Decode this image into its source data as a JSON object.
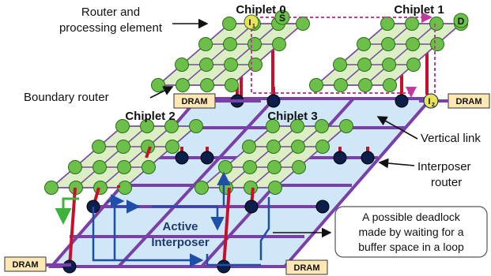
{
  "labels": {
    "router_pe_line1": "Router and",
    "router_pe_line2": "processing element",
    "boundary_router": "Boundary router",
    "vertical_link": "Vertical link",
    "interposer_router_line1": "Interposer",
    "interposer_router_line2": "router",
    "active_interposer_line1": "Active",
    "active_interposer_line2": "Interposer"
  },
  "chiplets": [
    "Chiplet 0",
    "Chiplet 1",
    "Chiplet 2",
    "Chiplet 3"
  ],
  "dram": [
    "DRAM",
    "DRAM",
    "DRAM",
    "DRAM"
  ],
  "markers": {
    "source": "S",
    "dest": "D",
    "i1": "I",
    "i1_sub": "1",
    "i2": "I",
    "i2_sub": "2"
  },
  "callout": {
    "line1": "A possible deadlock",
    "line2": "made by waiting for a",
    "line3": "buffer space in a loop"
  },
  "colors": {
    "router_green": "#6cc04a",
    "mesh_fill": "#dcefc4",
    "mesh_line": "#7a4aa0",
    "interposer_fill": "#cfe7f6",
    "interposer_line": "#7b3fa8",
    "interposer_node": "#0b1f4a",
    "vertical_link": "#c8102e",
    "dram_fill": "#fde7b5",
    "deadlock_loop": "#1f4fa8",
    "green_path": "#3cb43c",
    "dashed_path": "#c4399b"
  }
}
